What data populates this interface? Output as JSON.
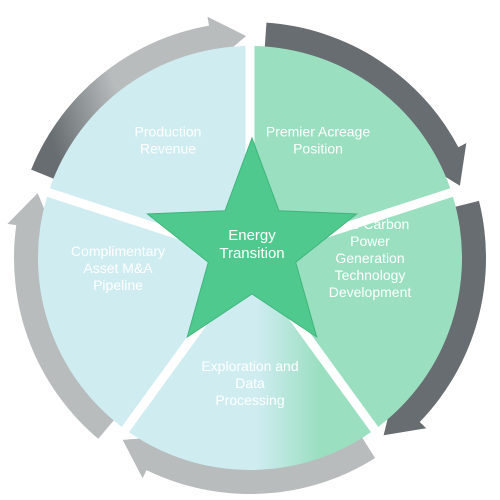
{
  "center": {
    "label_lines": [
      "Energy",
      "Transition"
    ]
  },
  "segments": [
    {
      "label_lines": [
        "Premier Acreage",
        "Position"
      ]
    },
    {
      "label_lines": [
        "Zero Carbon",
        "Power",
        "Generation",
        "Technology",
        "Development"
      ]
    },
    {
      "label_lines": [
        "Exploration and",
        "Data",
        "Processing"
      ]
    },
    {
      "label_lines": [
        "Complimentary",
        "Asset M&A",
        "Pipeline"
      ]
    },
    {
      "label_lines": [
        "Production",
        "Revenue"
      ]
    }
  ],
  "colors": {
    "light_blue": "#cfecf1",
    "green": "#9adfc0",
    "star": "#4fc98d",
    "arrow_gray": "#b8bcbd",
    "arrow_dark": "#676d70"
  }
}
